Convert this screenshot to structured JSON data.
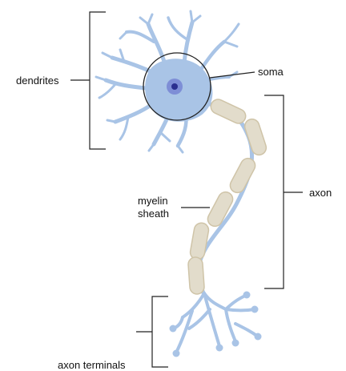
{
  "labels": {
    "dendrites": "dendrites",
    "soma": "soma",
    "axon": "axon",
    "myelin_sheath": "myelin\nsheath",
    "axon_terminals": "axon terminals"
  },
  "colors": {
    "cell_fill": "#a9c4e6",
    "cell_stroke": "#7f9fcc",
    "nucleus": "#5b63c9",
    "nucleolus": "#2b2f8f",
    "myelin_fill": "#e2dccb",
    "myelin_stroke": "#cfc4a8",
    "line": "#222222"
  }
}
